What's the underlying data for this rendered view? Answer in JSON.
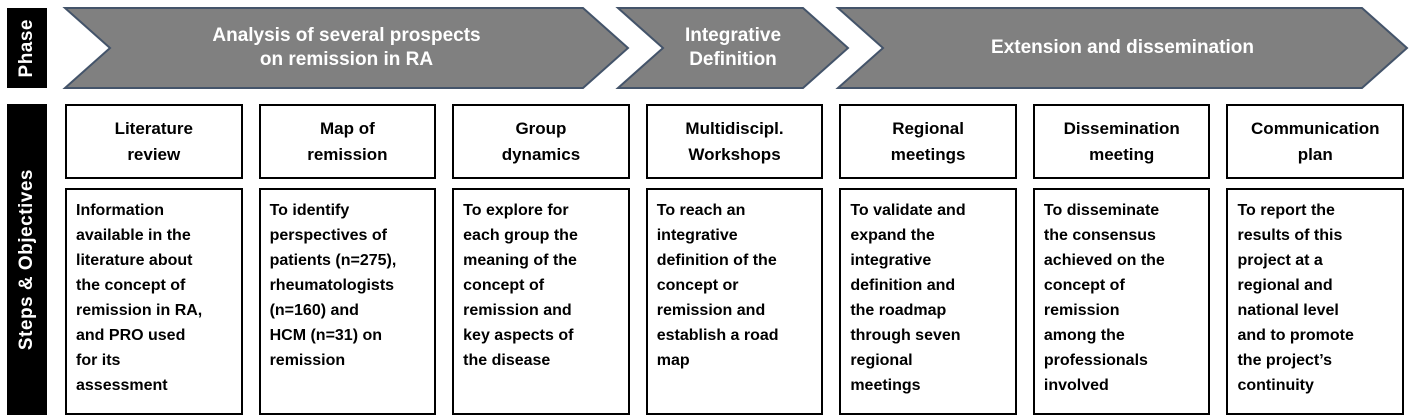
{
  "side_labels": {
    "phase": "Phase",
    "steps": "Steps & Objectives"
  },
  "phases": [
    {
      "label": "Analysis of several prospects\non remission in RA"
    },
    {
      "label": "Integrative\nDefinition"
    },
    {
      "label": "Extension and dissemination"
    }
  ],
  "columns": [
    {
      "header": "Literature\nreview",
      "body": "Information\navailable in the\nliterature about\nthe concept of\nremission in RA,\nand PRO used\nfor its\nassessment"
    },
    {
      "header": "Map of\nremission",
      "body": "To identify\nperspectives of\npatients (n=275),\nrheumatologists\n(n=160) and\nHCM (n=31) on\nremission"
    },
    {
      "header": "Group\ndynamics",
      "body": "To explore for\neach group the\nmeaning of the\nconcept of\nremission and\nkey aspects of\nthe disease"
    },
    {
      "header": "Multidiscipl.\nWorkshops",
      "body": "To reach an\nintegrative\ndefinition of the\nconcept or\nremission and\nestablish a road\nmap"
    },
    {
      "header": "Regional\nmeetings",
      "body": "To validate and\nexpand the\nintegrative\ndefinition and\nthe roadmap\nthrough seven\nregional\nmeetings"
    },
    {
      "header": "Dissemination\nmeeting",
      "body": "To disseminate\nthe consensus\nachieved on the\nconcept of\nremission\namong the\nprofessionals\ninvolved"
    },
    {
      "header": "Communication\nplan",
      "body": "To report the\nresults of this\nproject at a\nregional and\nnational level\nand to promote\nthe project’s\ncontinuity"
    }
  ],
  "colors": {
    "arrow_fill": "#808080",
    "arrow_border": "#44546A",
    "bar_background": "#000000",
    "box_border": "#000000",
    "arrow_text": "#ffffff",
    "box_text": "#000000"
  }
}
